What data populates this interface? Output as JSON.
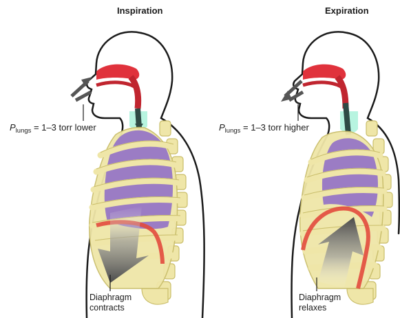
{
  "panels": [
    {
      "title": "Inspiration",
      "pressure": {
        "symbol": "P",
        "subscript": "lungs",
        "text": "= 1–3 torr lower"
      },
      "caption": [
        "Diaphragm",
        "contracts"
      ],
      "airflow": "in",
      "diaphragm_motion": "down"
    },
    {
      "title": "Expiration",
      "pressure": {
        "symbol": "P",
        "subscript": "lungs",
        "text": "= 1–3 torr higher"
      },
      "caption": [
        "Diaphragm",
        "relaxes"
      ],
      "airflow": "out",
      "diaphragm_motion": "up"
    }
  ],
  "colors": {
    "outline": "#1a1a1a",
    "airway": "#e0323c",
    "trachea": "#2f4a45",
    "throat_glow": "#9ff0d6",
    "ribs": "#efe6a8",
    "rib_edge": "#c9bd6a",
    "lungs": "#9b7cc4",
    "diaphragm": "#e24a3d",
    "air_arrow": "#555555"
  }
}
